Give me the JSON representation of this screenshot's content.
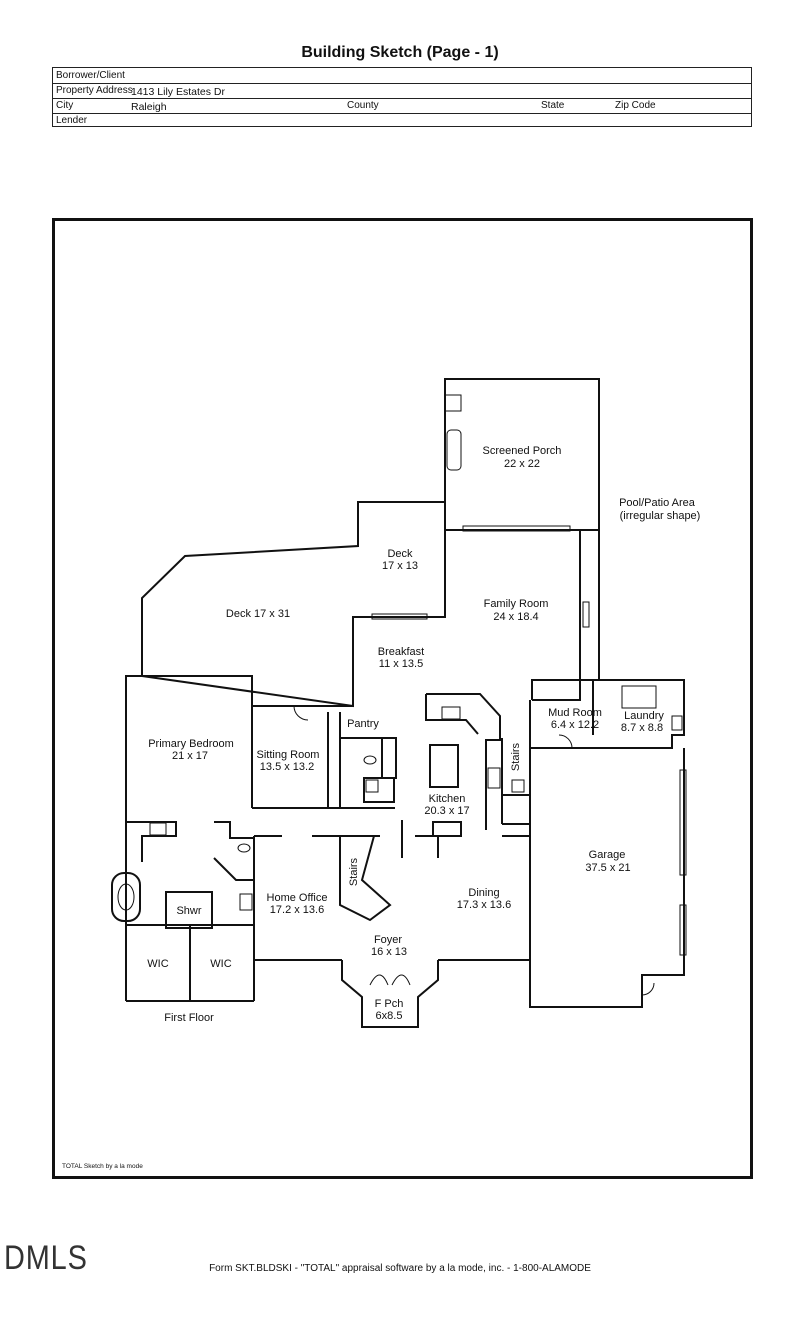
{
  "title": "Building Sketch (Page - 1)",
  "header": {
    "borrower_label": "Borrower/Client",
    "address_label": "Property Address",
    "address_value": "1413 Lily Estates Dr",
    "city_label": "City",
    "city_value": "Raleigh",
    "county_label": "County",
    "state_label": "State",
    "zip_label": "Zip Code",
    "lender_label": "Lender"
  },
  "rooms": {
    "screened_porch": {
      "name": "Screened Porch",
      "dims": "22 x 22"
    },
    "pool_patio": {
      "name": "Pool/Patio Area",
      "note": "(irregular shape)"
    },
    "deck_small": {
      "name": "Deck",
      "dims": "17 x 13"
    },
    "deck_large": {
      "name": "Deck 17 x 31"
    },
    "family_room": {
      "name": "Family Room",
      "dims": "24 x 18.4"
    },
    "breakfast": {
      "name": "Breakfast",
      "dims": "11 x 13.5"
    },
    "mud_room": {
      "name": "Mud Room",
      "dims": "6.4 x 12.2"
    },
    "laundry": {
      "name": "Laundry",
      "dims": "8.7 x 8.8"
    },
    "pantry": {
      "name": "Pantry"
    },
    "primary_bedroom": {
      "name": "Primary Bedroom",
      "dims": "21 x 17"
    },
    "sitting_room": {
      "name": "Sitting Room",
      "dims": "13.5 x 13.2"
    },
    "kitchen": {
      "name": "Kitchen",
      "dims": "20.3 x 17"
    },
    "stairs_rear": {
      "name": "Stairs"
    },
    "garage": {
      "name": "Garage",
      "dims": "37.5 x 21"
    },
    "stairs_front": {
      "name": "Stairs"
    },
    "home_office": {
      "name": "Home Office",
      "dims": "17.2 x 13.6"
    },
    "dining": {
      "name": "Dining",
      "dims": "17.3 x 13.6"
    },
    "shower": {
      "name": "Shwr"
    },
    "foyer": {
      "name": "Foyer",
      "dims": "16 x 13"
    },
    "wic_1": {
      "name": "WIC"
    },
    "wic_2": {
      "name": "WIC"
    },
    "front_porch": {
      "name": "F Pch",
      "dims": "6x8.5"
    }
  },
  "floor_label": "First Floor",
  "credit": "TOTAL Sketch by a la mode",
  "footer": "Form SKT.BLDSKI - \"TOTAL\" appraisal software by a la mode, inc. - 1-800-ALAMODE",
  "logo": "DMLS"
}
